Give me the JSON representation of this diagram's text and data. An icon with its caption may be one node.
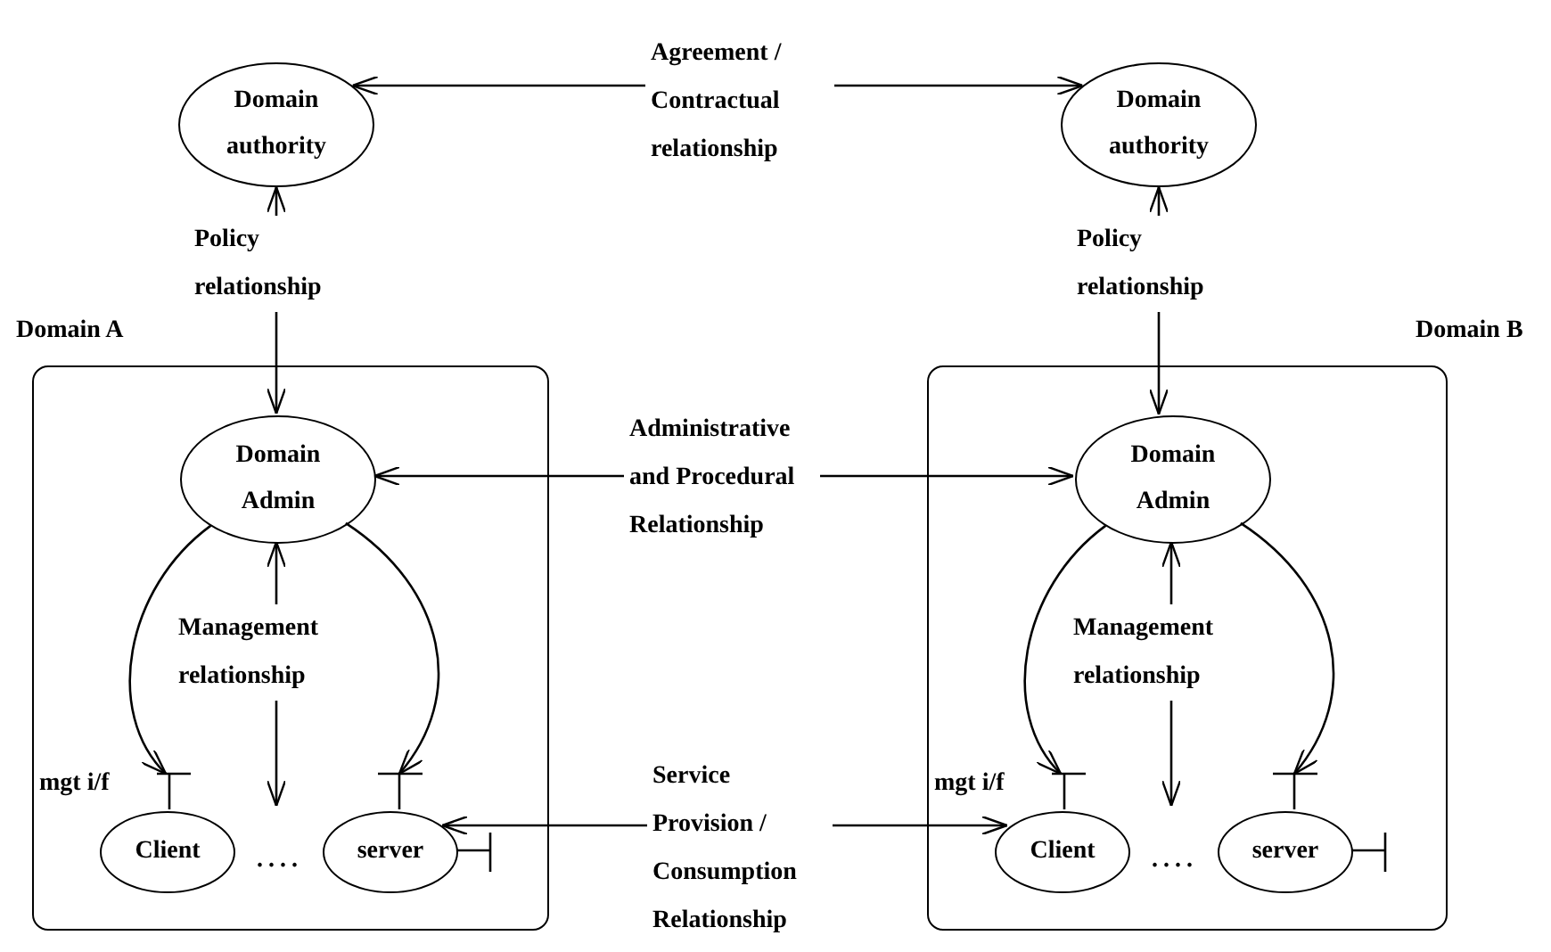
{
  "diagram": {
    "nodes": [
      {
        "text": [
          "Domain authority"
        ]
      },
      {
        "text": [
          "Domain authority"
        ]
      },
      {
        "text": [
          "Domain A"
        ]
      },
      {
        "text": [
          "Domain Admin"
        ],
        "in": 2
      },
      {
        "text": [
          "Client"
        ],
        "in": 2,
        "beside": [
          "mgt i/f"
        ]
      },
      {
        "text": [
          "...."
        ],
        "in": 2
      },
      {
        "text": [
          "server"
        ],
        "in": 2
      },
      {
        "text": [
          "Domain B"
        ]
      },
      {
        "text": [
          "Domain Admin"
        ],
        "in": 7
      },
      {
        "text": [
          "Client"
        ],
        "in": 7,
        "beside": [
          "mgt i/f"
        ]
      },
      {
        "text": [
          "...."
        ],
        "in": 7
      },
      {
        "text": [
          "server"
        ],
        "in": 7
      }
    ],
    "edges": [
      {
        "from": 0,
        "to": 1,
        "arrow": "both",
        "label": "Agreement / Contractual relationship"
      },
      {
        "from": 0,
        "to": 3,
        "arrow": "both",
        "label": "Policy relationship"
      },
      {
        "from": 1,
        "to": 8,
        "arrow": "both",
        "label": "Policy relationship"
      },
      {
        "from": 3,
        "to": 8,
        "arrow": "both",
        "label": "Administrative and Procedural Relationship"
      },
      {
        "from": 5,
        "to": 3,
        "arrow": "both",
        "label": "Management relationship"
      },
      {
        "from": 3,
        "to": 4,
        "arrow": "to"
      },
      {
        "from": 3,
        "to": 6,
        "arrow": "to"
      },
      {
        "from": 10,
        "to": 8,
        "arrow": "both",
        "label": "Management relationship"
      },
      {
        "from": 8,
        "to": 9,
        "arrow": "to"
      },
      {
        "from": 8,
        "to": 11,
        "arrow": "to"
      },
      {
        "from": 6,
        "to": 9,
        "arrow": "both",
        "label": "Service Provision / Consumption Relationship"
      }
    ]
  }
}
